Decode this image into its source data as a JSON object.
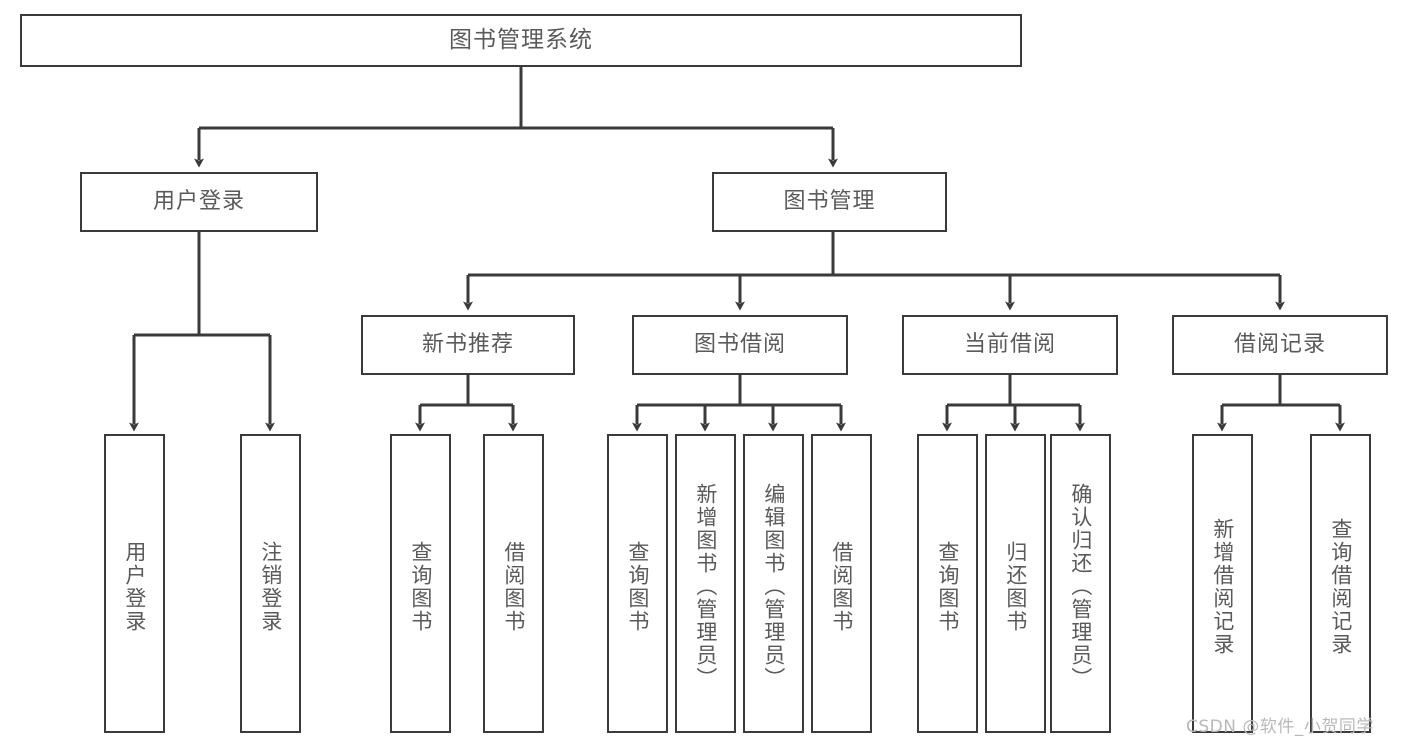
{
  "diagram": {
    "title": "图书管理系统",
    "watermark": "CSDN @软件_小贺同学",
    "line_color": "#3a3a3a",
    "text_color": "#5a5a5a",
    "background": "#ffffff",
    "root": {
      "label": "图书管理系统"
    },
    "level1": [
      {
        "label": "用户登录"
      },
      {
        "label": "图书管理"
      }
    ],
    "level2": [
      {
        "label": "新书推荐"
      },
      {
        "label": "图书借阅"
      },
      {
        "label": "当前借阅"
      },
      {
        "label": "借阅记录"
      }
    ],
    "leaves": {
      "user_login": [
        {
          "label": "用户登录"
        },
        {
          "label": "注销登录"
        }
      ],
      "new_book_recommend": [
        {
          "label": "查询图书"
        },
        {
          "label": "借阅图书"
        }
      ],
      "book_borrow": [
        {
          "label": "查询图书"
        },
        {
          "label": "新增图书（管理员）"
        },
        {
          "label": "编辑图书（管理员）"
        },
        {
          "label": "借阅图书"
        }
      ],
      "current_borrow": [
        {
          "label": "查询图书"
        },
        {
          "label": "归还图书"
        },
        {
          "label": "确认归还（管理员）"
        }
      ],
      "borrow_record": [
        {
          "label": "新增借阅记录"
        },
        {
          "label": "查询借阅记录"
        }
      ]
    }
  }
}
